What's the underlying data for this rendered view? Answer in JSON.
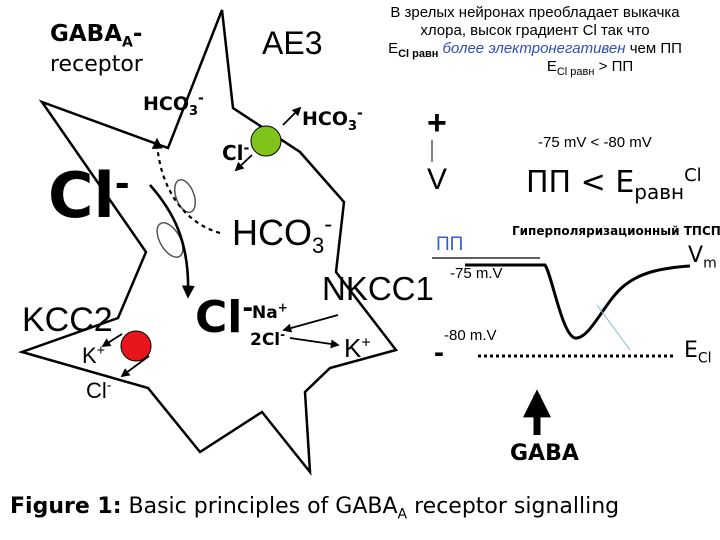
{
  "colors": {
    "ae3_ion": "#7fc31b",
    "kcc2_ion": "#e8151c",
    "vm_guide": "#7fb8d8",
    "pp_blue": "#3a5fcf",
    "note_blue": "#2f4fb5"
  },
  "cell": {
    "gaba_receptor_line1": "GABA",
    "gaba_receptor_sub": "A",
    "gaba_receptor_suffix": "-",
    "gaba_receptor_line2": "receptor",
    "ae3": "AE3",
    "hco3_top": "HCO",
    "hco3_sub": "3",
    "hco3_sup": "-",
    "hco3_right": "HCO",
    "cl_small": "Cl",
    "cl_small_sup": "-",
    "cl_big": "Cl",
    "cl_big_sup": "-",
    "hco3_mid": "HCO",
    "nkcc1": "NKCC1",
    "na": "Na",
    "na_sup": "+",
    "twocl": "2Cl",
    "twocl_sup": "-",
    "k_right": "K",
    "k_right_sup": "+",
    "cl_center": "Cl",
    "cl_center_sup": "-",
    "kcc2": "KCC2",
    "k_left": "K",
    "k_left_sup": "+",
    "cl_bottom": "Cl",
    "cl_bottom_sup": "-"
  },
  "note": {
    "line1": "В зрелых нейронах преобладает выкачка",
    "line2": "хлора, высок градиент Cl  так что",
    "line3_e": "E",
    "line3_sub": "Cl равн",
    "line3_blue": " более электронегативен",
    "line3_rest": " чем ПП",
    "line4_e": "E",
    "line4_sub": "Cl равн",
    "line4_rest": "  > ПП"
  },
  "graph": {
    "plus": "+",
    "v": "V",
    "minus": "-",
    "values_compare": "-75 mV  <  -80 mV",
    "pp_formula": "ПП < E",
    "pp_sub": "равн",
    "pp_sup": "Cl",
    "hyper_label": "Гиперполяризационный ТПСП",
    "pp_label": "ПП",
    "mv75": "-75 m.V",
    "mv80": "-80 m.V",
    "vm": "V",
    "vm_sub": "m",
    "ecl": "E",
    "ecl_sub": "Cl",
    "gaba": "GABA"
  },
  "caption": {
    "prefix": "Figure 1:",
    "text": " Basic principles of GABA",
    "sub": "A",
    "suffix": " receptor signalling"
  }
}
